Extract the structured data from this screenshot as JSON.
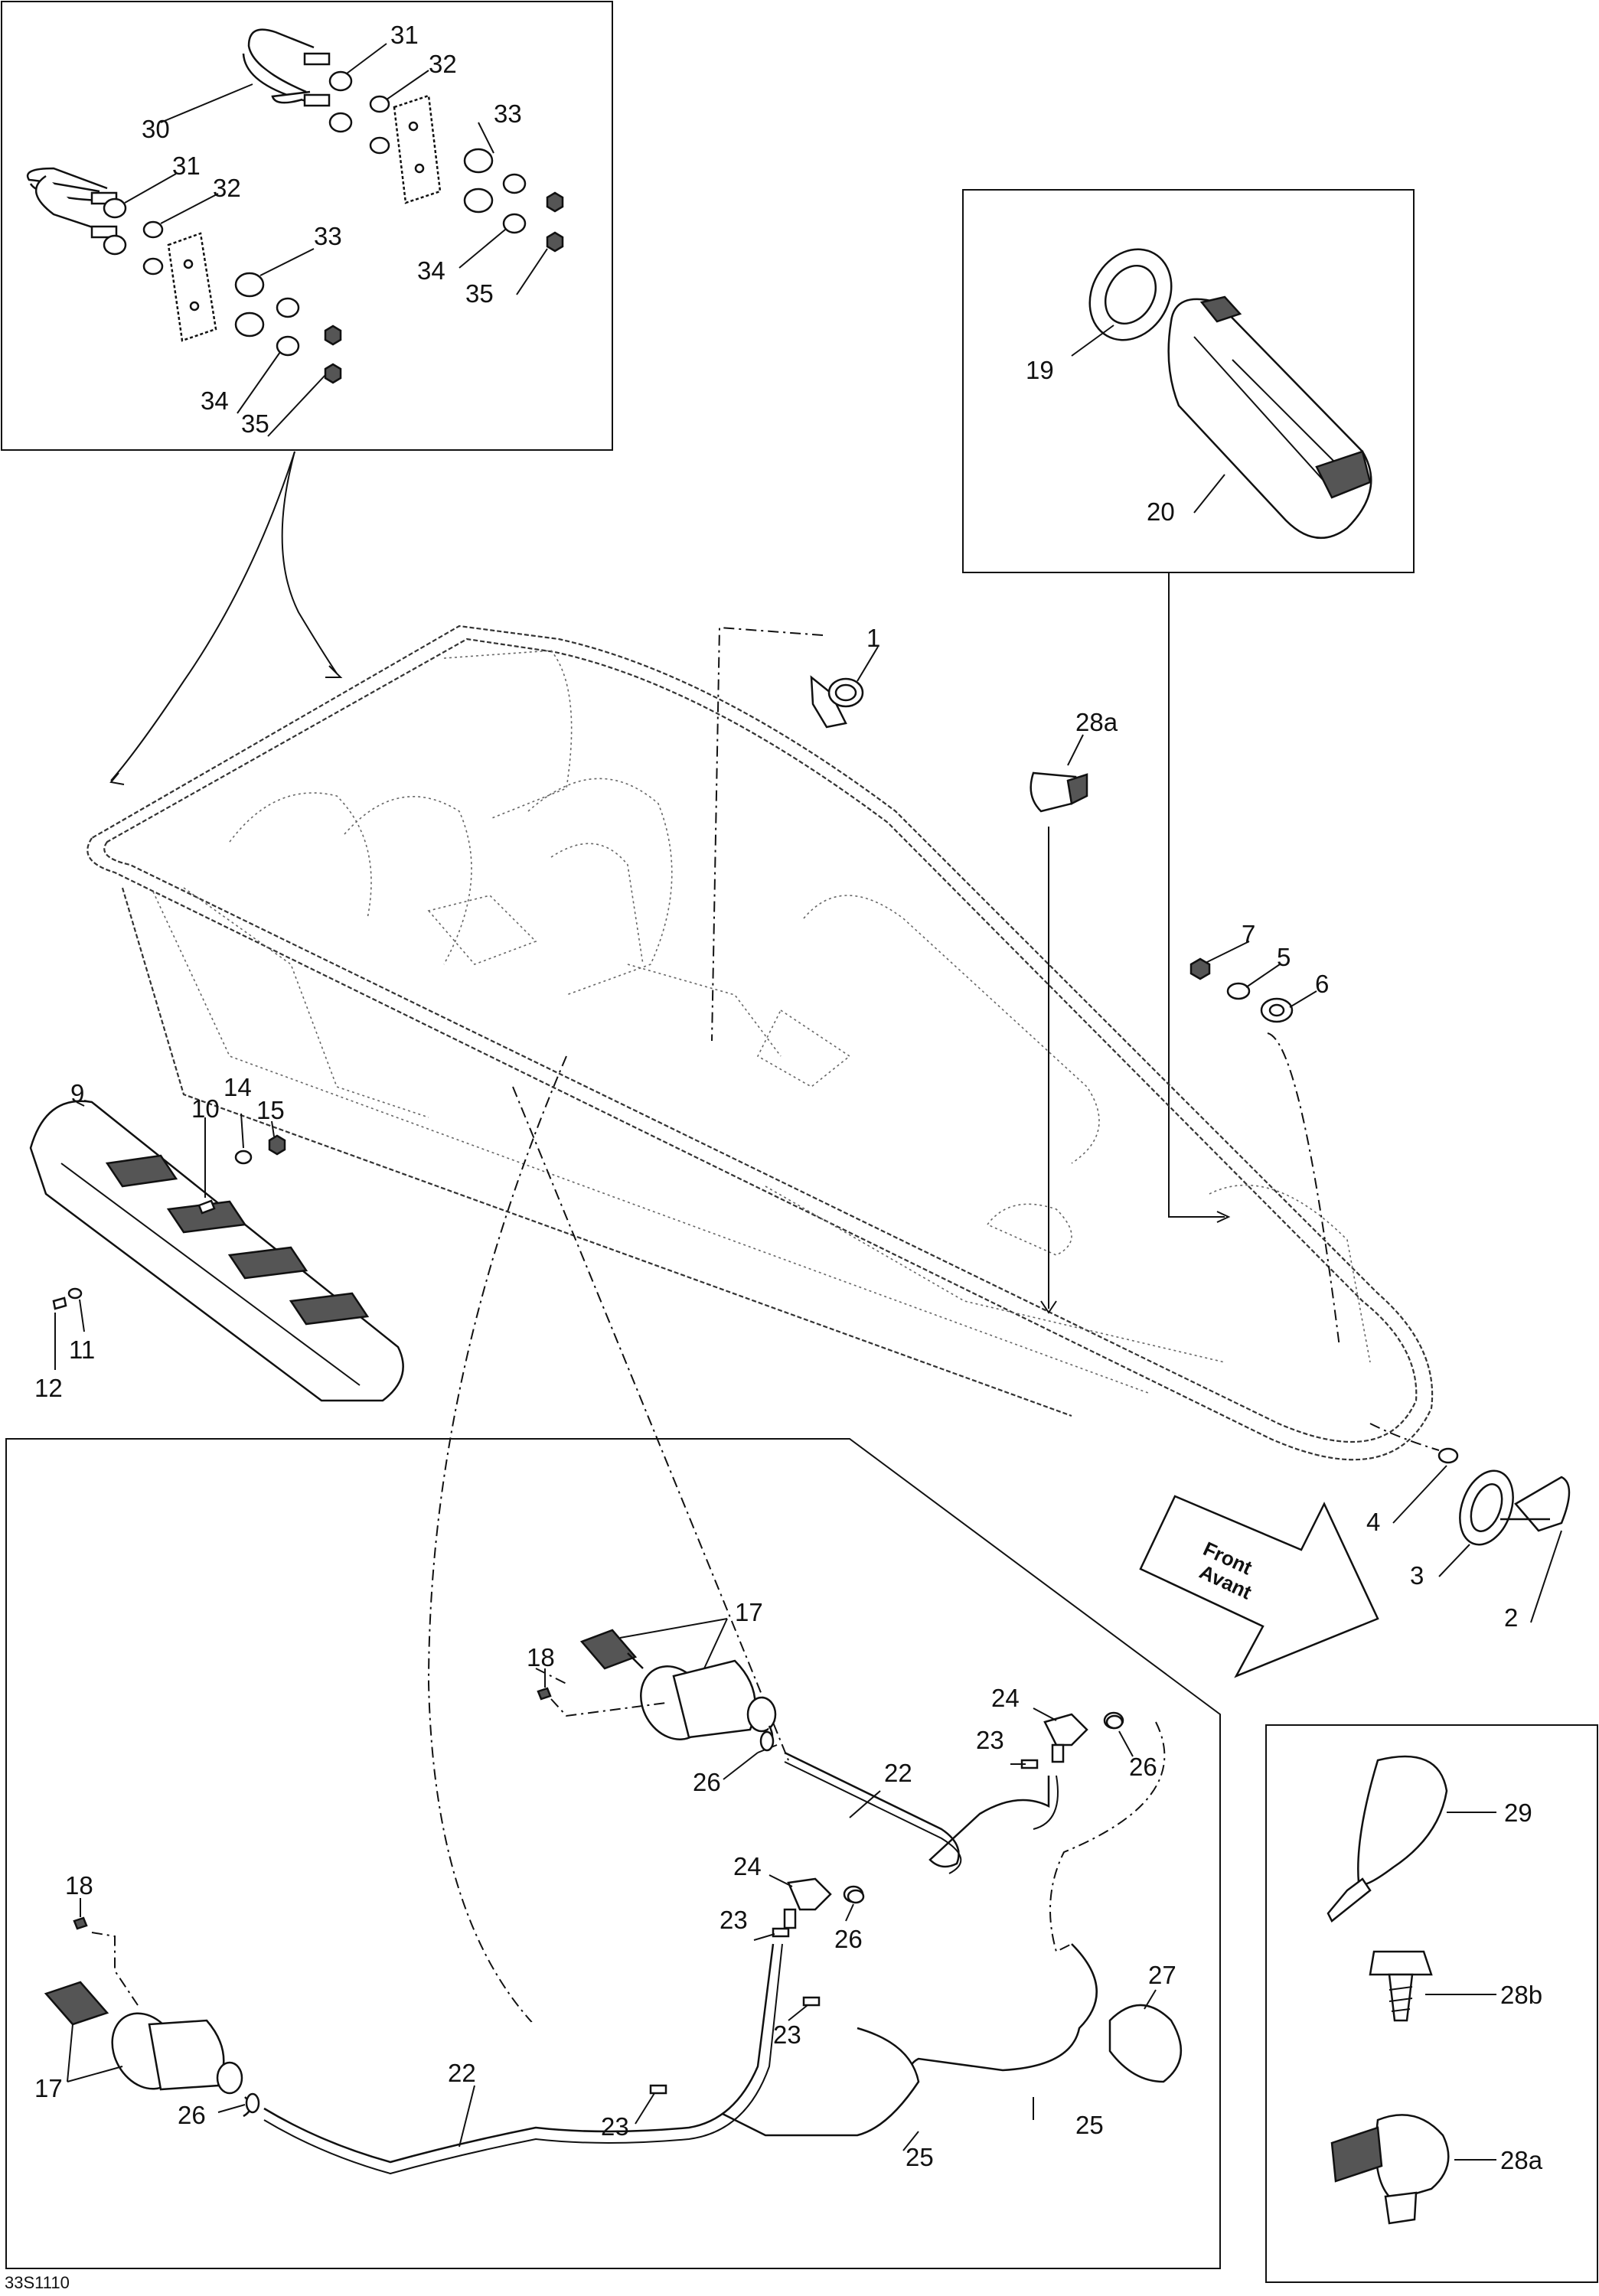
{
  "diagram_ref": "33S1110",
  "front_arrow": {
    "line1": "Front",
    "line2": "Avant"
  },
  "callouts": {
    "c1": "1",
    "c2": "2",
    "c3": "3",
    "c4": "4",
    "c5": "5",
    "c6": "6",
    "c7": "7",
    "c9": "9",
    "c10": "10",
    "c11": "11",
    "c12": "12",
    "c14": "14",
    "c15": "15",
    "c17": "17",
    "c18": "18",
    "c19": "19",
    "c20": "20",
    "c22": "22",
    "c23": "23",
    "c24": "24",
    "c25": "25",
    "c26": "26",
    "c27": "27",
    "c28a": "28a",
    "c28b": "28b",
    "c29": "29",
    "c30": "30",
    "c31": "31",
    "c32": "32",
    "c33": "33",
    "c34": "34",
    "c35": "35"
  }
}
